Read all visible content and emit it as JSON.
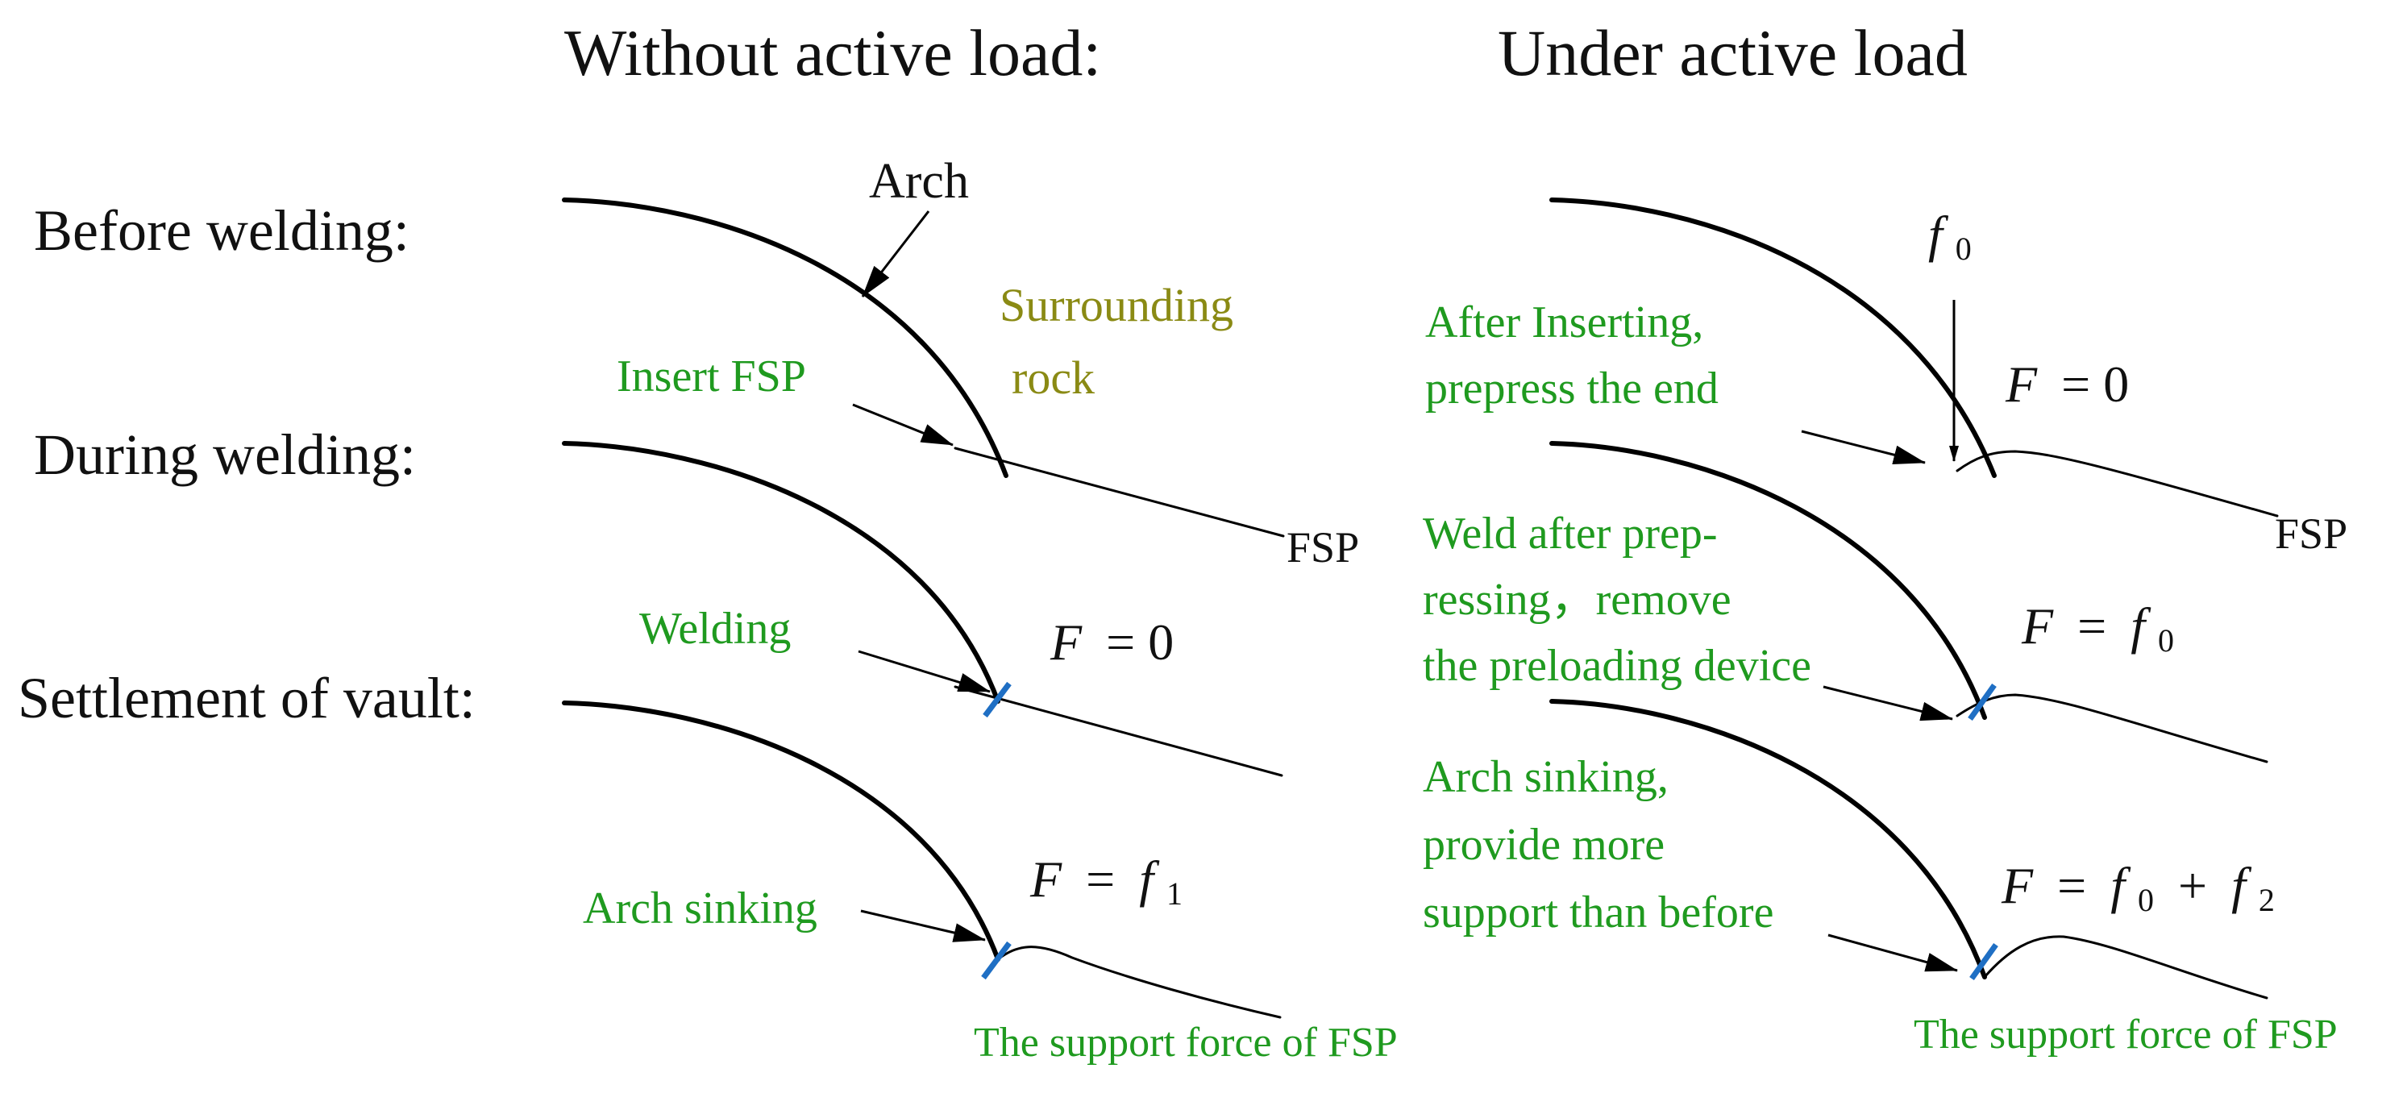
{
  "headers": {
    "left": "Without active load:",
    "right": "Under active load"
  },
  "stages": {
    "before": "Before welding:",
    "during": "During welding:",
    "settlement": "Settlement of vault:"
  },
  "left": {
    "arch_label": "Arch",
    "rock_line1": "Surrounding",
    "rock_line2": "rock",
    "insert_label": "Insert FSP",
    "fsp_label": "FSP",
    "welding_label": "Welding",
    "force_during_lhs": "F",
    "force_during_rhs": "= 0",
    "sinking_label": "Arch sinking",
    "force_settle_lhs": "F",
    "force_settle_eq": "=",
    "force_settle_f": "f",
    "force_settle_sub": "1",
    "support_caption": "The support force of FSP"
  },
  "right": {
    "f0_symbol": "f",
    "f0_sub": "0",
    "prepress_line1": "After Inserting,",
    "prepress_line2": "prepress the end",
    "force_before_lhs": "F",
    "force_before_rhs": "= 0",
    "fsp_label": "FSP",
    "weld_line1": "Weld after prep-",
    "weld_line2": "ressing，remove",
    "weld_line3": "the preloading device",
    "force_during_lhs": "F",
    "force_during_eq": "=",
    "force_during_f": "f",
    "force_during_sub": "0",
    "sink_line1": "Arch sinking,",
    "sink_line2": "provide more",
    "sink_line3": "support than before",
    "force_settle_lhs": "F",
    "force_settle_eq": "=",
    "force_settle_f0": "f",
    "force_settle_sub0": "0",
    "force_settle_plus": "+",
    "force_settle_f2": "f",
    "force_settle_sub2": "2",
    "support_caption": "The support force of FSP"
  },
  "colors": {
    "green_text": "#1f9a1f",
    "olive_text": "#8a8a14",
    "weld_mark": "#1f6fc4",
    "line": "#000000"
  }
}
